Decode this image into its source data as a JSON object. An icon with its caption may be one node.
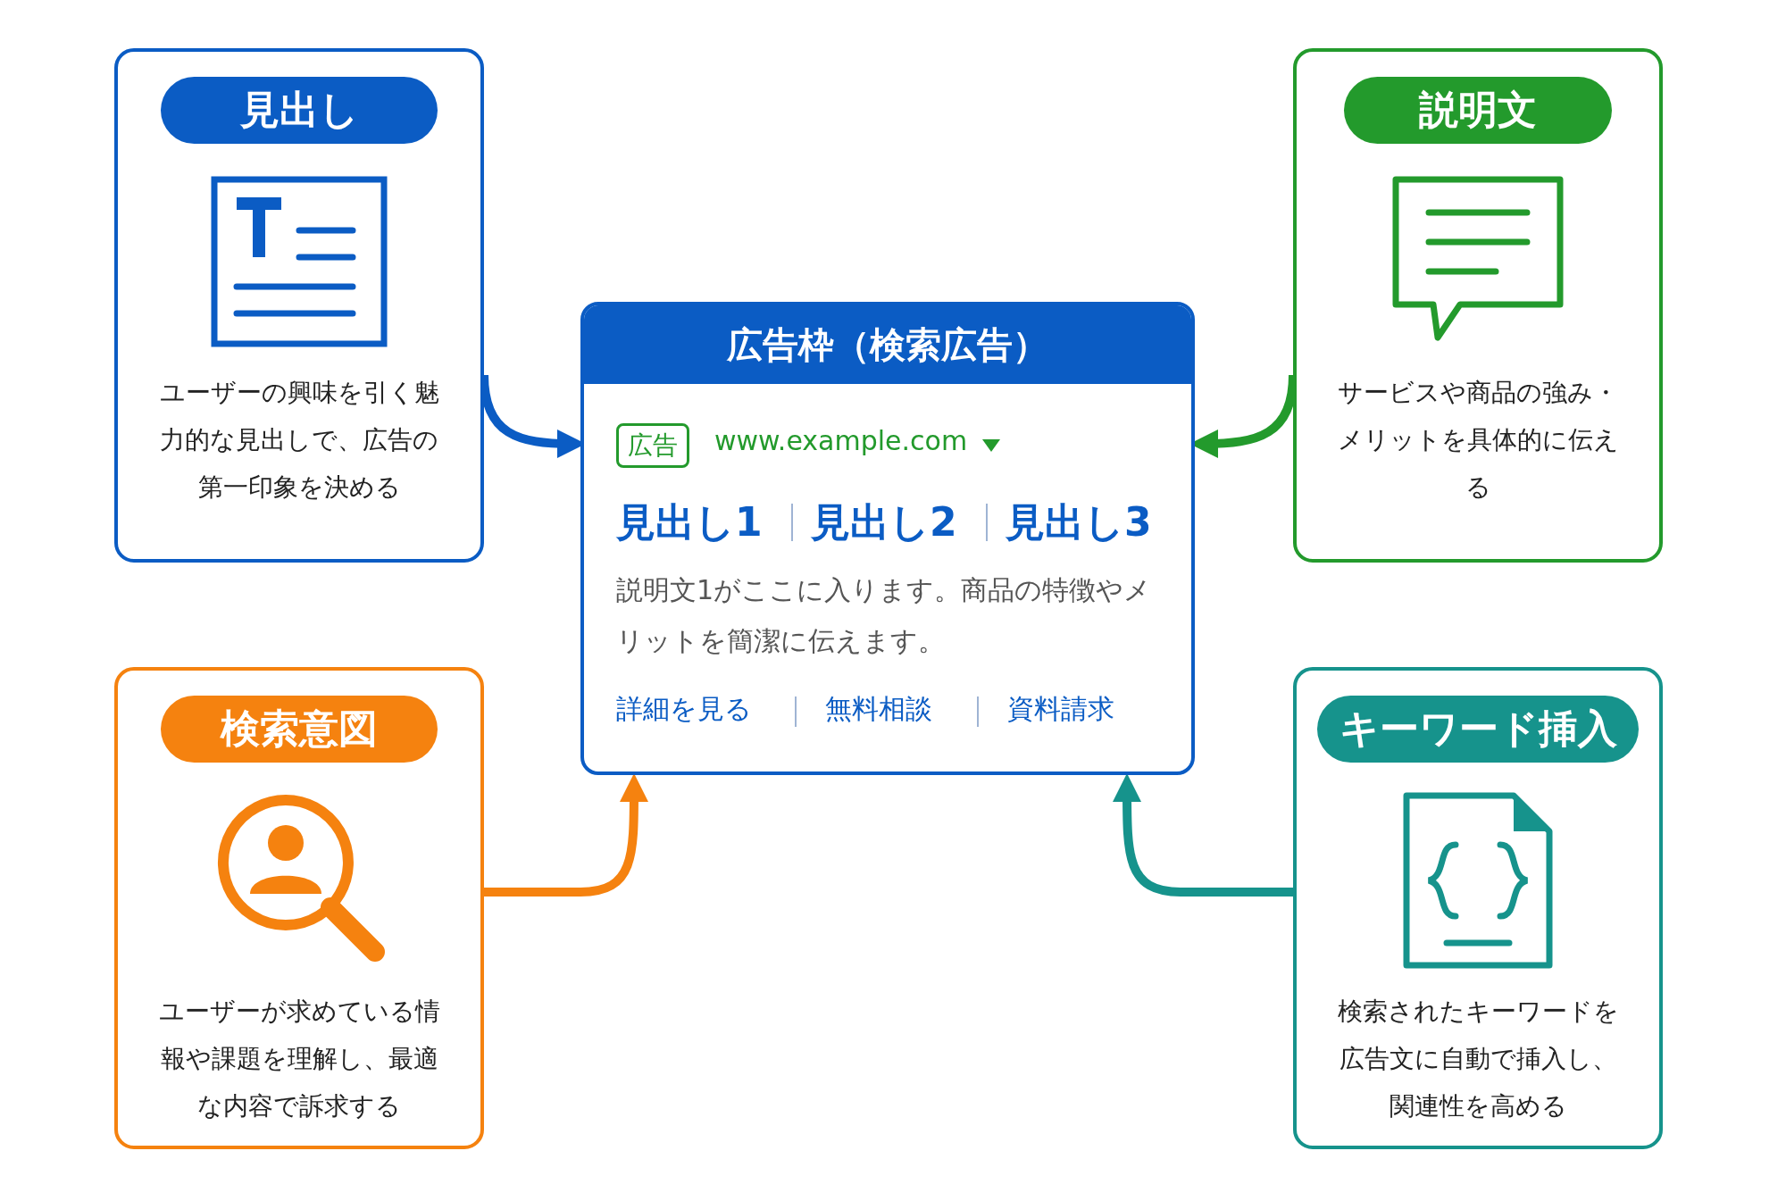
{
  "diagram": {
    "nodes": [
      {
        "text": [
          "見出し",
          "ユーザーの興味を引く魅力的な見出しで、広告の第一印象を決める"
        ]
      },
      {
        "text": [
          "説明文",
          "サービスや商品の強み・メリットを具体的に伝える"
        ]
      },
      {
        "text": [
          "広告枠（検索広告）",
          "広告",
          "www.example.com",
          "見出し1",
          "見出し2",
          "見出し3",
          "説明文1がここに入ります。商品の特徴やメリットを簡潔に伝えます。",
          "詳細を見る",
          "無料相談",
          "資料請求"
        ]
      },
      {
        "text": [
          "検索意図",
          "ユーザーが求めている情報や課題を理解し、最適な内容で訴求する"
        ]
      },
      {
        "text": [
          "キーワード挿入",
          "検索されたキーワードを広告文に自動で挿入し、関連性を高める"
        ]
      }
    ],
    "edges": [
      {
        "from": 0,
        "to": 2,
        "arrow": "to",
        "color": "#0b5cc4"
      },
      {
        "from": 1,
        "to": 2,
        "arrow": "to",
        "color": "#239a2c"
      },
      {
        "from": 3,
        "to": 2,
        "arrow": "to",
        "color": "#f5820f"
      },
      {
        "from": 4,
        "to": 2,
        "arrow": "to",
        "color": "#16938c"
      }
    ]
  }
}
